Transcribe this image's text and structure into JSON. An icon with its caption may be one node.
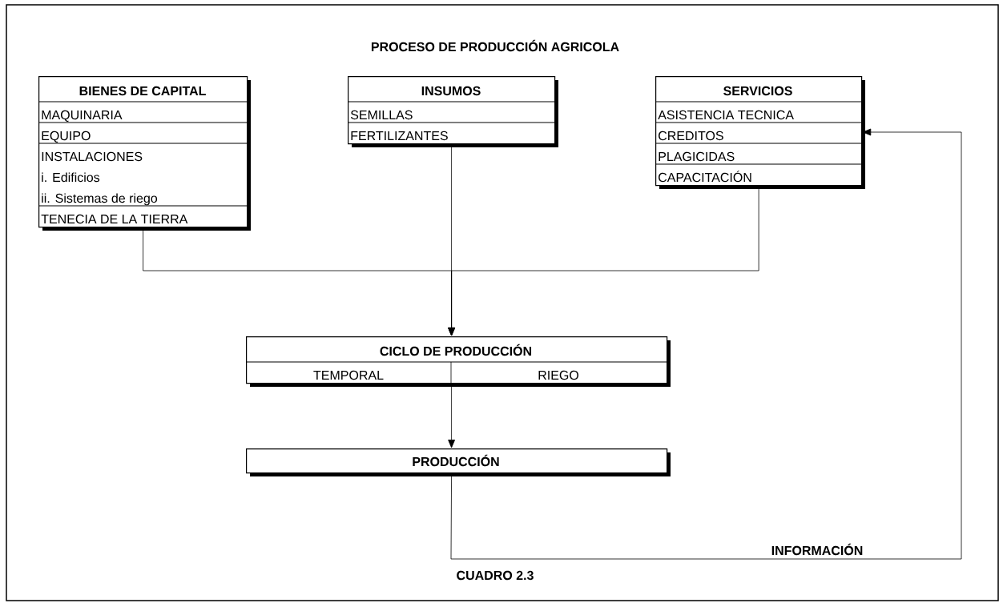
{
  "diagram": {
    "title": "PROCESO DE PRODUCCIÓN AGRICOLA",
    "caption": "CUADRO 2.3",
    "nodes": [
      {
        "text": [
          "BIENES DE CAPITAL",
          "MAQUINARIA",
          "EQUIPO",
          "INSTALACIONES",
          "i.  Edificios",
          "ii. Sistemas de riego",
          "TENECIA DE LA TIERRA"
        ]
      },
      {
        "text": [
          "INSUMOS",
          "SEMILLAS",
          "FERTILIZANTES"
        ]
      },
      {
        "text": [
          "SERVICIOS",
          "ASISTENCIA TECNICA",
          "CREDITOS",
          "PLAGICIDAS",
          "CAPACITACIÓN"
        ]
      },
      {
        "text": [
          "CICLO DE PRODUCCIÓN",
          "TEMPORAL",
          "RIEGO"
        ]
      },
      {
        "text": [
          "PRODUCCIÓN"
        ]
      }
    ],
    "edges": [
      {
        "from": 0,
        "to": 3,
        "arrow": "to"
      },
      {
        "from": 1,
        "to": 3,
        "arrow": "to"
      },
      {
        "from": 2,
        "to": 3,
        "arrow": "to"
      },
      {
        "from": 3,
        "to": 4,
        "arrow": "to"
      },
      {
        "from": 4,
        "to": 2,
        "arrow": "to",
        "label": "INFORMACIÓN"
      }
    ]
  }
}
